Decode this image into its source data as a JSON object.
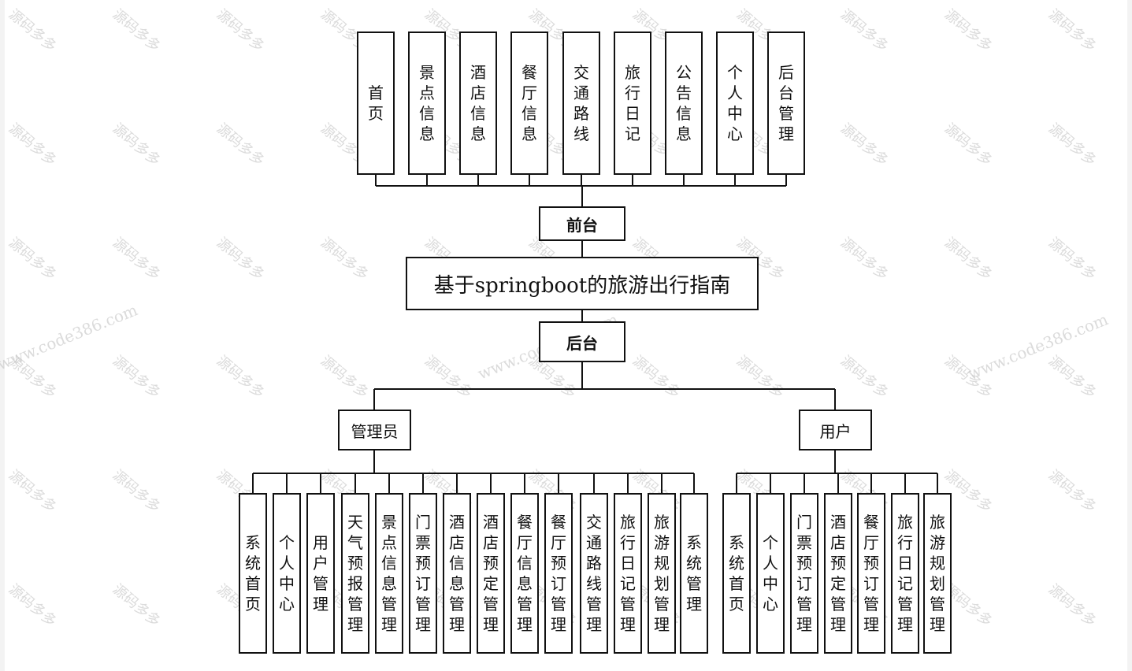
{
  "root": "基于springboot的旅游出行指南",
  "frontend": {
    "label": "前台",
    "items": [
      "首页",
      "景点信息",
      "酒店信息",
      "餐厅信息",
      "交通路线",
      "旅行日记",
      "公告信息",
      "个人中心",
      "后台管理"
    ]
  },
  "backend": {
    "label": "后台",
    "admin": {
      "label": "管理员",
      "items": [
        "系统首页",
        "个人中心",
        "用户管理",
        "天气预报管理",
        "景点信息管理",
        "门票预订管理",
        "酒店信息管理",
        "酒店预定管理",
        "餐厅信息管理",
        "餐厅预订管理",
        "交通路线管理",
        "旅行日记管理",
        "旅游规划管理",
        "系统管理"
      ]
    },
    "user": {
      "label": "用户",
      "items": [
        "系统首页",
        "个人中心",
        "门票预订管理",
        "酒店预定管理",
        "餐厅预订管理",
        "旅行日记管理",
        "旅游规划管理"
      ]
    }
  },
  "watermark": {
    "tile_text": "源码多多",
    "url_text": "www.code386.com"
  }
}
